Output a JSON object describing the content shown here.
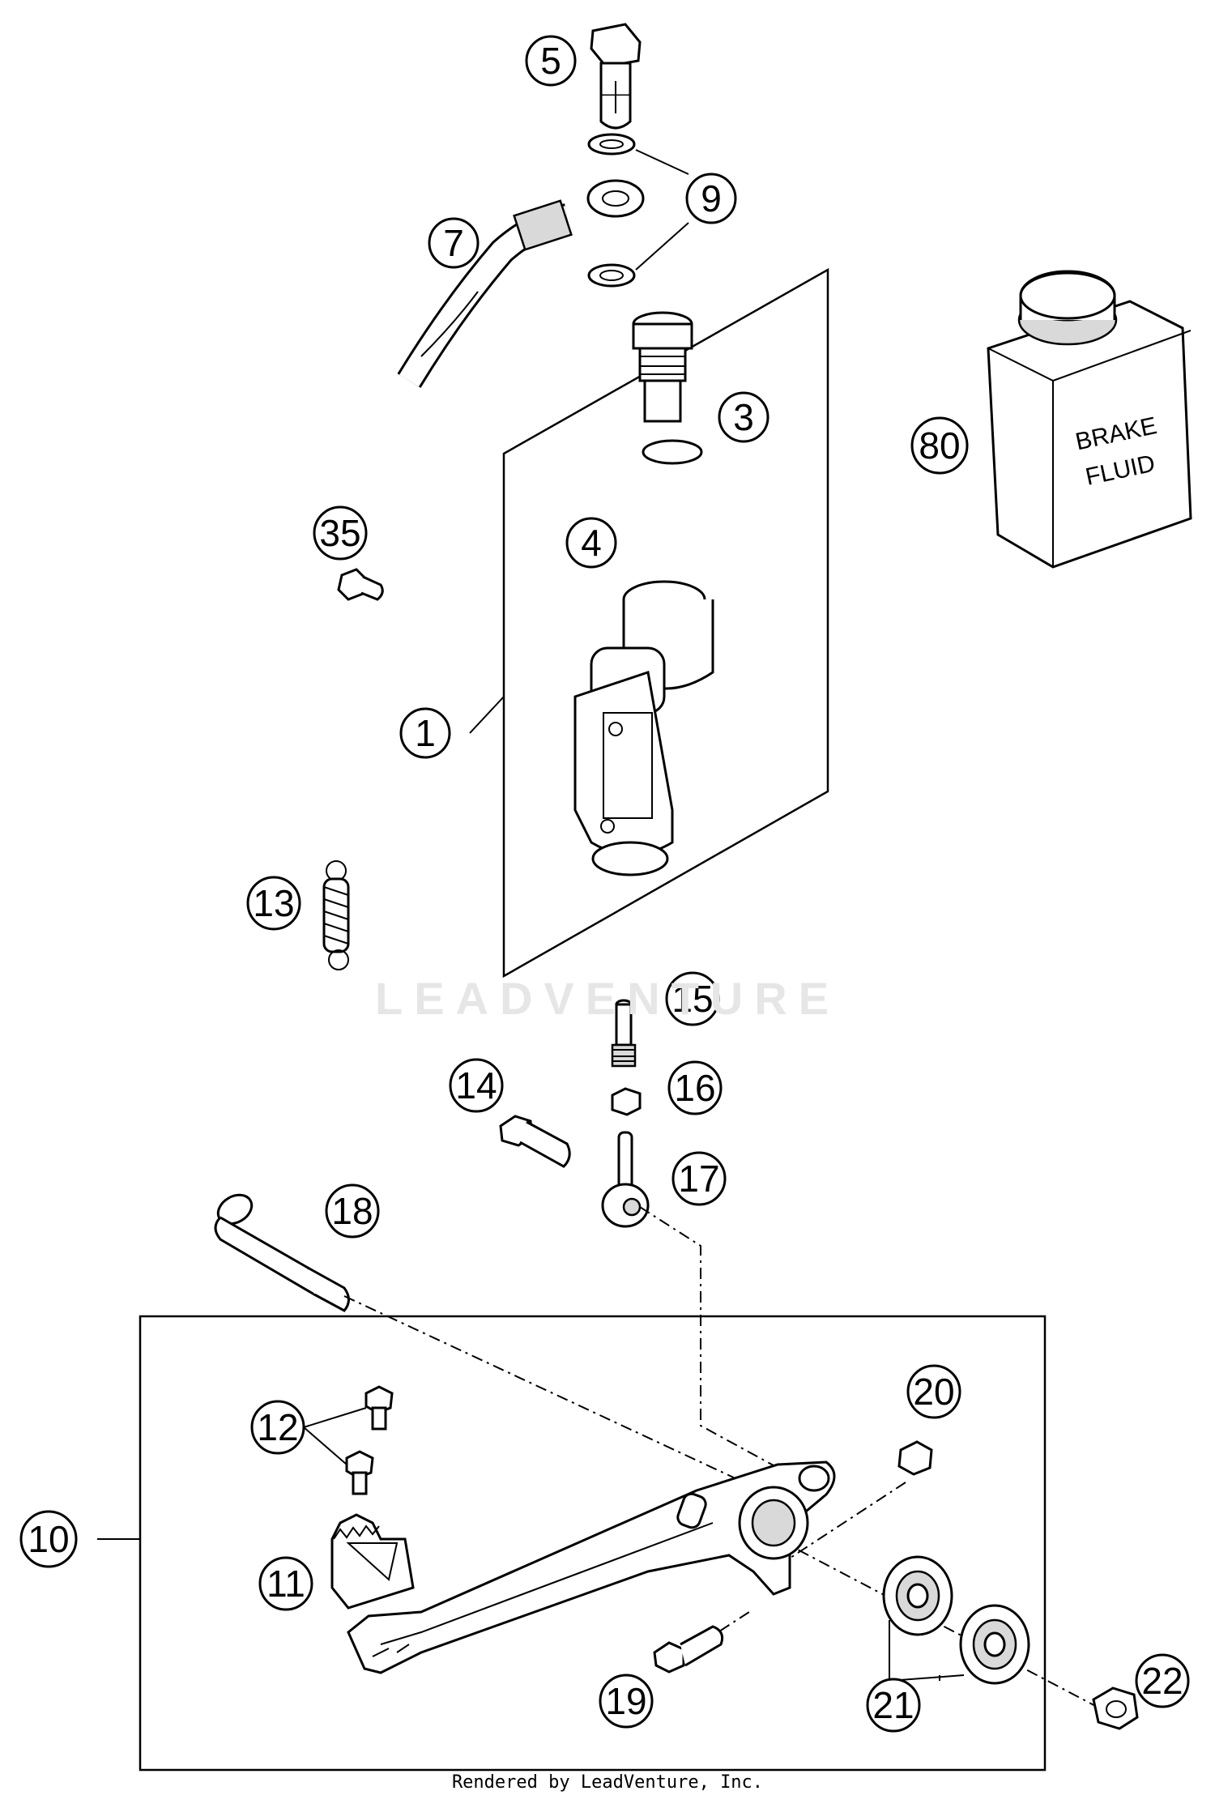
{
  "diagram": {
    "callouts": [
      {
        "id": "c5",
        "label": "5"
      },
      {
        "id": "c9",
        "label": "9"
      },
      {
        "id": "c7",
        "label": "7"
      },
      {
        "id": "c3",
        "label": "3"
      },
      {
        "id": "c80",
        "label": "80"
      },
      {
        "id": "c4",
        "label": "4"
      },
      {
        "id": "c35",
        "label": "35"
      },
      {
        "id": "c1",
        "label": "1"
      },
      {
        "id": "c13",
        "label": "13"
      },
      {
        "id": "c15",
        "label": "15"
      },
      {
        "id": "c14",
        "label": "14"
      },
      {
        "id": "c16",
        "label": "16"
      },
      {
        "id": "c17",
        "label": "17"
      },
      {
        "id": "c18",
        "label": "18"
      },
      {
        "id": "c20",
        "label": "20"
      },
      {
        "id": "c12",
        "label": "12"
      },
      {
        "id": "c10",
        "label": "10"
      },
      {
        "id": "c11",
        "label": "11"
      },
      {
        "id": "c19",
        "label": "19"
      },
      {
        "id": "c21",
        "label": "21"
      },
      {
        "id": "c22",
        "label": "22"
      }
    ],
    "fluid_label_line1": "BRAKE",
    "fluid_label_line2": "FLUID",
    "watermark_text": "LEADVENTURE",
    "footer_text": "Rendered by LeadVenture, Inc."
  }
}
